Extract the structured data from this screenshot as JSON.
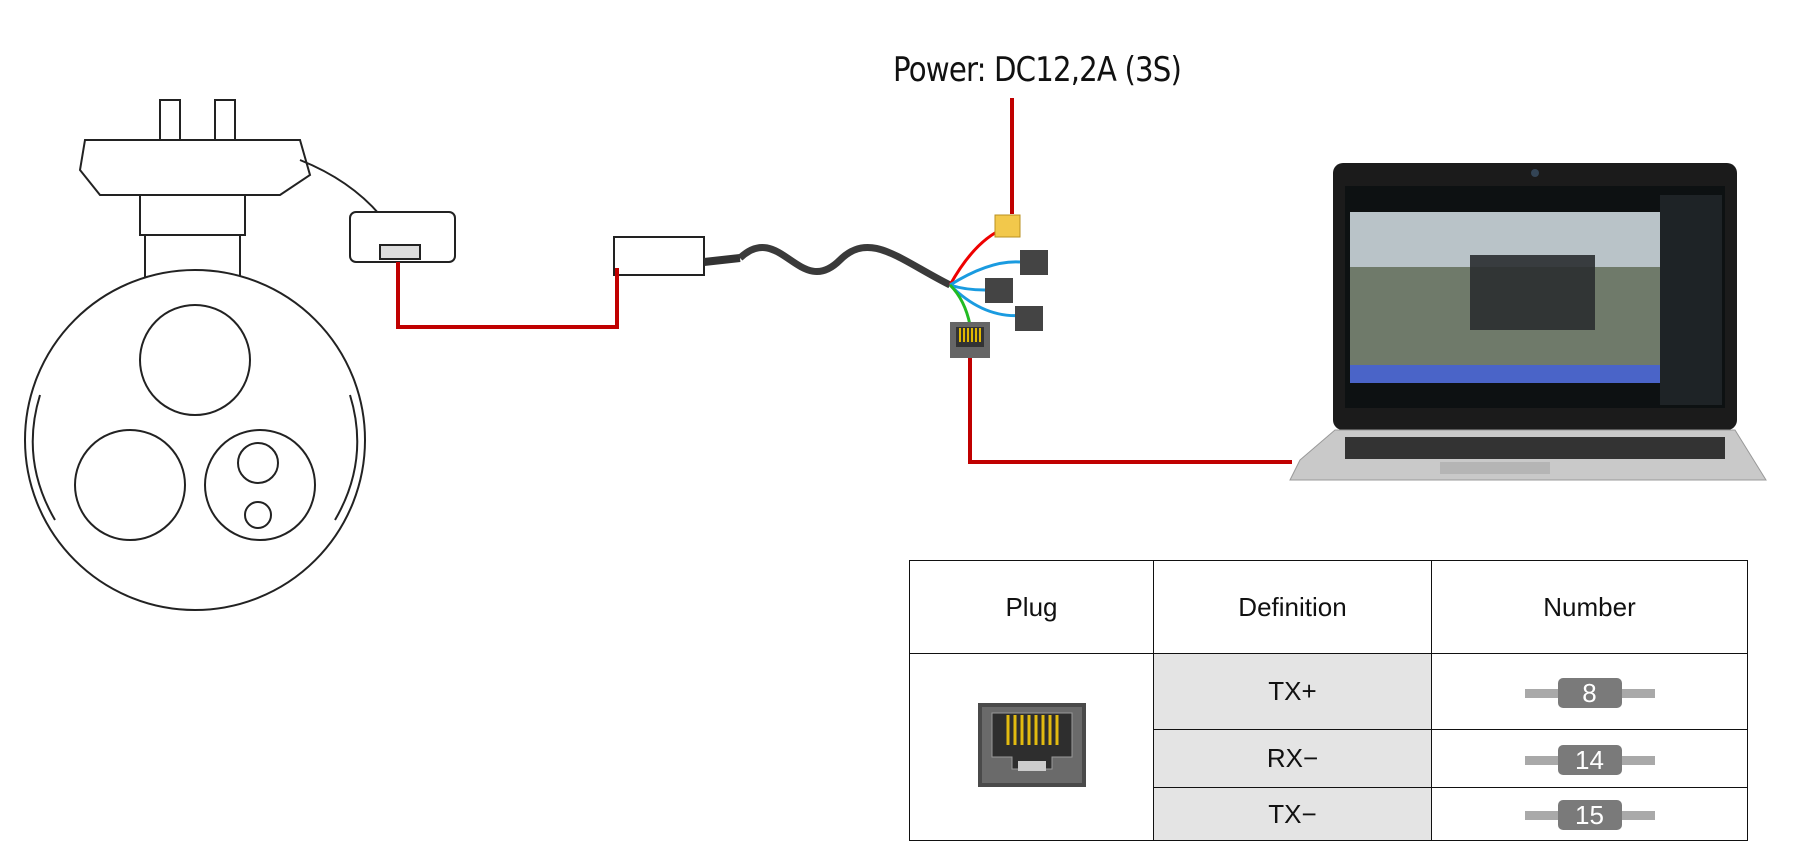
{
  "power": {
    "label": "Power: DC12,2A (3S)"
  },
  "colors": {
    "cable": "#c00000",
    "pin_badge": "#7a7a7a",
    "definition_bg": "#e4e4e4"
  },
  "table": {
    "headers": [
      "Plug",
      "Definition",
      "Number"
    ],
    "plug_icon": "rj45-port-icon",
    "rows": [
      {
        "definition": "TX+",
        "number": "8"
      },
      {
        "definition": "RX−",
        "number": "14"
      },
      {
        "definition": "TX−",
        "number": "15"
      }
    ]
  }
}
